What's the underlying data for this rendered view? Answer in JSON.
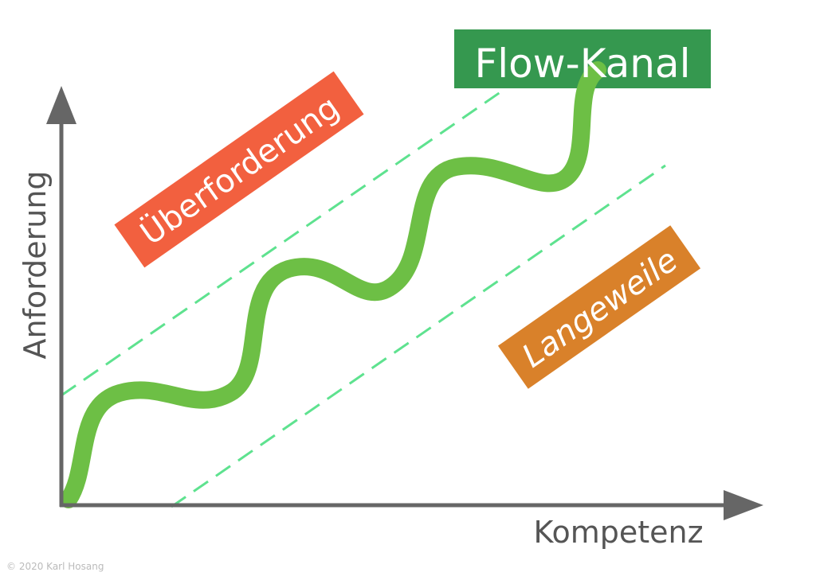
{
  "title": "Flow-Kanal",
  "y_axis_label": "Anforderung",
  "x_axis_label": "Kompetenz",
  "zone_upper": "Überforderung",
  "zone_lower": "Langeweile",
  "copyright": "© 2020 Karl Hosang",
  "colors": {
    "title_bg": "#35984f",
    "upper_bg": "#f2603f",
    "lower_bg": "#d9812a",
    "wave": "#6dbf45",
    "dashed": "#5ee28f",
    "axis": "#666666"
  }
}
